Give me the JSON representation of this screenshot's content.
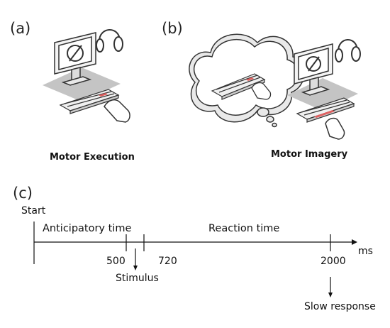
{
  "panels": {
    "a": {
      "label": "(a)",
      "caption": "Motor Execution"
    },
    "b": {
      "label": "(b)",
      "caption": "Motor Imagery"
    },
    "c": {
      "label": "(c)"
    }
  },
  "timeline": {
    "start_label": "Start",
    "phase_1": "Anticipatory time",
    "phase_2": "Reaction time",
    "unit": "ms",
    "ticks": [
      "500",
      "720",
      "2000"
    ],
    "stimulus_label": "Stimulus",
    "slow_response_label": "Slow response"
  },
  "colors": {
    "line": "#111111",
    "key_highlight": "#e06060",
    "cloud_fill": "#ececec",
    "desk_shadow": "#bdbdbd"
  },
  "icons": [
    "monitor-icon",
    "headphones-icon",
    "keyboard-icon",
    "hand-icon",
    "thought-cloud-icon"
  ]
}
